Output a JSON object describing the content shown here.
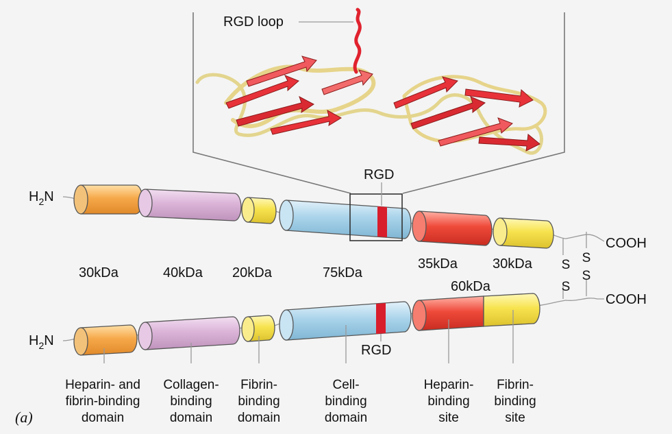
{
  "panel_label": "(a)",
  "top_chain": {
    "n_terminus": {
      "main": "H",
      "sub": "2",
      "tail": "N"
    },
    "c_terminus": "COOH",
    "sizes": [
      "30kDa",
      "40kDa",
      "20kDa",
      "75kDa",
      "35kDa",
      "30kDa"
    ]
  },
  "bottom_chain": {
    "n_terminus": {
      "main": "H",
      "sub": "2",
      "tail": "N"
    },
    "c_terminus": "COOH",
    "size_label": "60kDa"
  },
  "rgd_top_label": "RGD",
  "rgd_bottom_label": "RGD",
  "rgd_loop_label": "RGD loop",
  "disulfide": {
    "left_s1": "S",
    "left_s2": "S",
    "right_s1": "S",
    "right_s2": "S"
  },
  "domains": [
    {
      "line1": "Heparin- and",
      "line2": "fibrin-binding",
      "line3": "domain"
    },
    {
      "line1": "Collagen-",
      "line2": "binding",
      "line3": "domain"
    },
    {
      "line1": "Fibrin-",
      "line2": "binding",
      "line3": "domain"
    },
    {
      "line1": "Cell-",
      "line2": "binding",
      "line3": "domain"
    },
    {
      "line1": "Heparin-",
      "line2": "binding",
      "line3": "site"
    },
    {
      "line1": "Fibrin-",
      "line2": "binding",
      "line3": "site"
    }
  ],
  "colors": {
    "orange": "#f6a94a",
    "lilac": "#dbb4d8",
    "yellow": "#f7e34e",
    "blue": "#a9d3ea",
    "red": "#ef4a3a",
    "rgd_band": "#d81e2c",
    "ribbon_red": "#e8323a",
    "ribbon_tan": "#e6d48a"
  }
}
